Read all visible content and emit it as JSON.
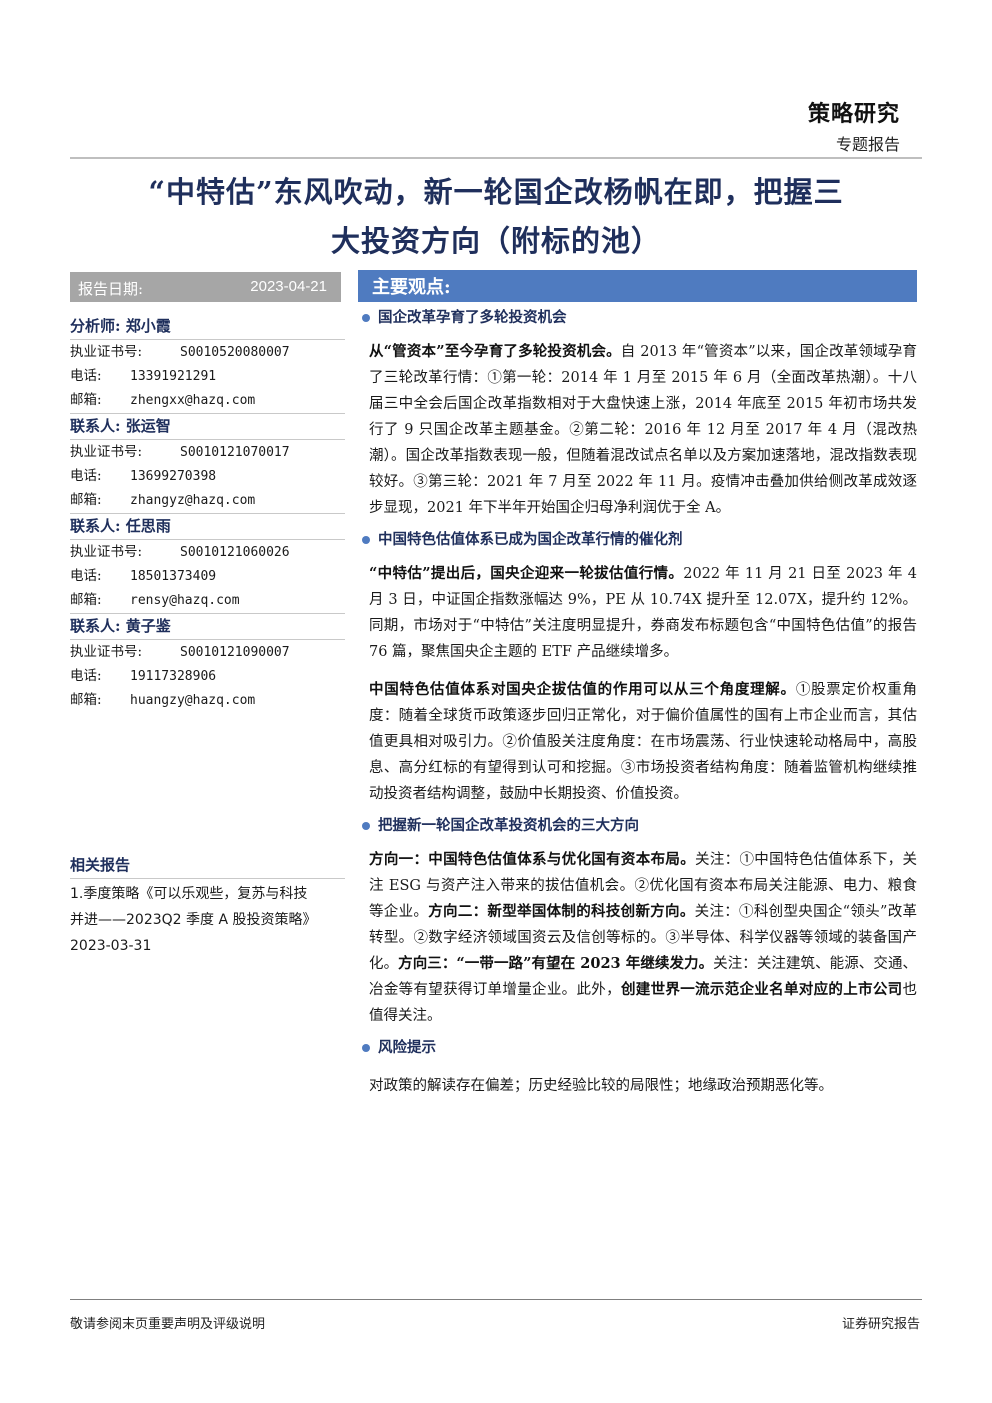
{
  "header": {
    "category": "策略研究",
    "subcategory": "专题报告"
  },
  "title_line1": "“中特估”东风吹动，新一轮国企改杨帆在即，把握三",
  "title_line2": "大投资方向（附标的池）",
  "date_label": "报告日期:",
  "date_value": "2023-04-21",
  "contacts": [
    {
      "role": "分析师:",
      "name": "郑小霞",
      "cert_label": "执业证书号:",
      "cert": "S0010520080007",
      "phone_label": "电话:",
      "phone": "13391921291",
      "email_label": "邮箱:",
      "email": "zhengxx@hazq.com"
    },
    {
      "role": "联系人:",
      "name": "张运智",
      "cert_label": "执业证书号:",
      "cert": "S0010121070017",
      "phone_label": "电话:",
      "phone": "13699270398",
      "email_label": "邮箱:",
      "email": "zhangyz@hazq.com"
    },
    {
      "role": "联系人:",
      "name": "任思雨",
      "cert_label": "执业证书号:",
      "cert": "S0010121060026",
      "phone_label": "电话:",
      "phone": "18501373409",
      "email_label": "邮箱:",
      "email": "rensy@hazq.com"
    },
    {
      "role": "联系人:",
      "name": "黄子鉴",
      "cert_label": "执业证书号:",
      "cert": "S0010121090007",
      "phone_label": "电话:",
      "phone": "19117328906",
      "email_label": "邮箱:",
      "email": "huangzy@hazq.com"
    }
  ],
  "related": {
    "heading": "相关报告",
    "line1": "1.季度策略《可以乐观些，复苏与科技",
    "line2": "并进——2023Q2 季度 A 股投资策略》",
    "line3": "2023-03-31"
  },
  "main_heading": "主要观点:",
  "sections": [
    {
      "heading": "国企改革孕育了多轮投资机会",
      "paragraphs": [
        {
          "bold": "从“管资本”至今孕育了多轮投资机会。",
          "text": "自 2013 年“管资本”以来，国企改革领域孕育了三轮改革行情：①第一轮：2014 年 1 月至 2015 年 6 月（全面改革热潮）。十八届三中全会后国企改革指数相对于大盘快速上涨，2014 年底至 2015 年初市场共发行了 9 只国企改革主题基金。②第二轮：2016 年 12 月至 2017 年 4 月（混改热潮）。国企改革指数表现一般，但随着混改试点名单以及方案加速落地，混改指数表现较好。③第三轮：2021 年 7 月至 2022 年 11 月。疫情冲击叠加供给侧改革成效逐步显现，2021 年下半年开始国企归母净利润优于全 A。"
        }
      ]
    },
    {
      "heading": "中国特色估值体系已成为国企改革行情的催化剂",
      "paragraphs": [
        {
          "bold": "“中特估”提出后，国央企迎来一轮拔估值行情。",
          "text": "2022 年 11 月 21 日至 2023 年 4 月 3 日，中证国企指数涨幅达 9%，PE 从 10.74X 提升至 12.07X，提升约 12%。同期，市场对于“中特估”关注度明显提升，券商发布标题包含“中国特色估值”的报告 76 篇，聚焦国央企主题的 ETF 产品继续增多。"
        },
        {
          "bold": "中国特色估值体系对国央企拔估值的作用可以从三个角度理解。",
          "text": "①股票定价权重角度：随着全球货币政策逐步回归正常化，对于偏价值属性的国有上市企业而言，其估值更具相对吸引力。②价值股关注度角度：在市场震荡、行业快速轮动格局中，高股息、高分红标的有望得到认可和挖掘。③市场投资者结构角度：随着监管机构继续推动投资者结构调整，鼓励中长期投资、价值投资。"
        }
      ]
    },
    {
      "heading": "把握新一轮国企改革投资机会的三大方向",
      "paragraphs": [
        {
          "b1": "方向一：中国特色估值体系与优化国有资本布局。",
          "t1": "关注：①中国特色估值体系下，关注 ESG 与资产注入带来的拔估值机会。②优化国有资本布局关注能源、电力、粮食等企业。",
          "b2": "方向二：新型举国体制的科技创新方向。",
          "t2": "关注：①科创型央国企“领头”改革转型。②数字经济领域国资云及信创等标的。③半导体、科学仪器等领域的装备国产化。",
          "b3": "方向三：“一带一路”有望在 2023 年继续发力。",
          "t3": "关注：关注建筑、能源、交通、冶金等有望获得订单增量企业。此外，",
          "b4": "创建世界一流示范企业名单对应的上市公司",
          "t4": "也值得关注。"
        }
      ]
    },
    {
      "heading": "风险提示",
      "paragraphs": [
        {
          "text": "对政策的解读存在偏差；历史经验比较的局限性；地缘政治预期恶化等。"
        }
      ]
    }
  ],
  "footer": {
    "left": "敬请参阅末页重要声明及评级说明",
    "right": "证券研究报告"
  }
}
